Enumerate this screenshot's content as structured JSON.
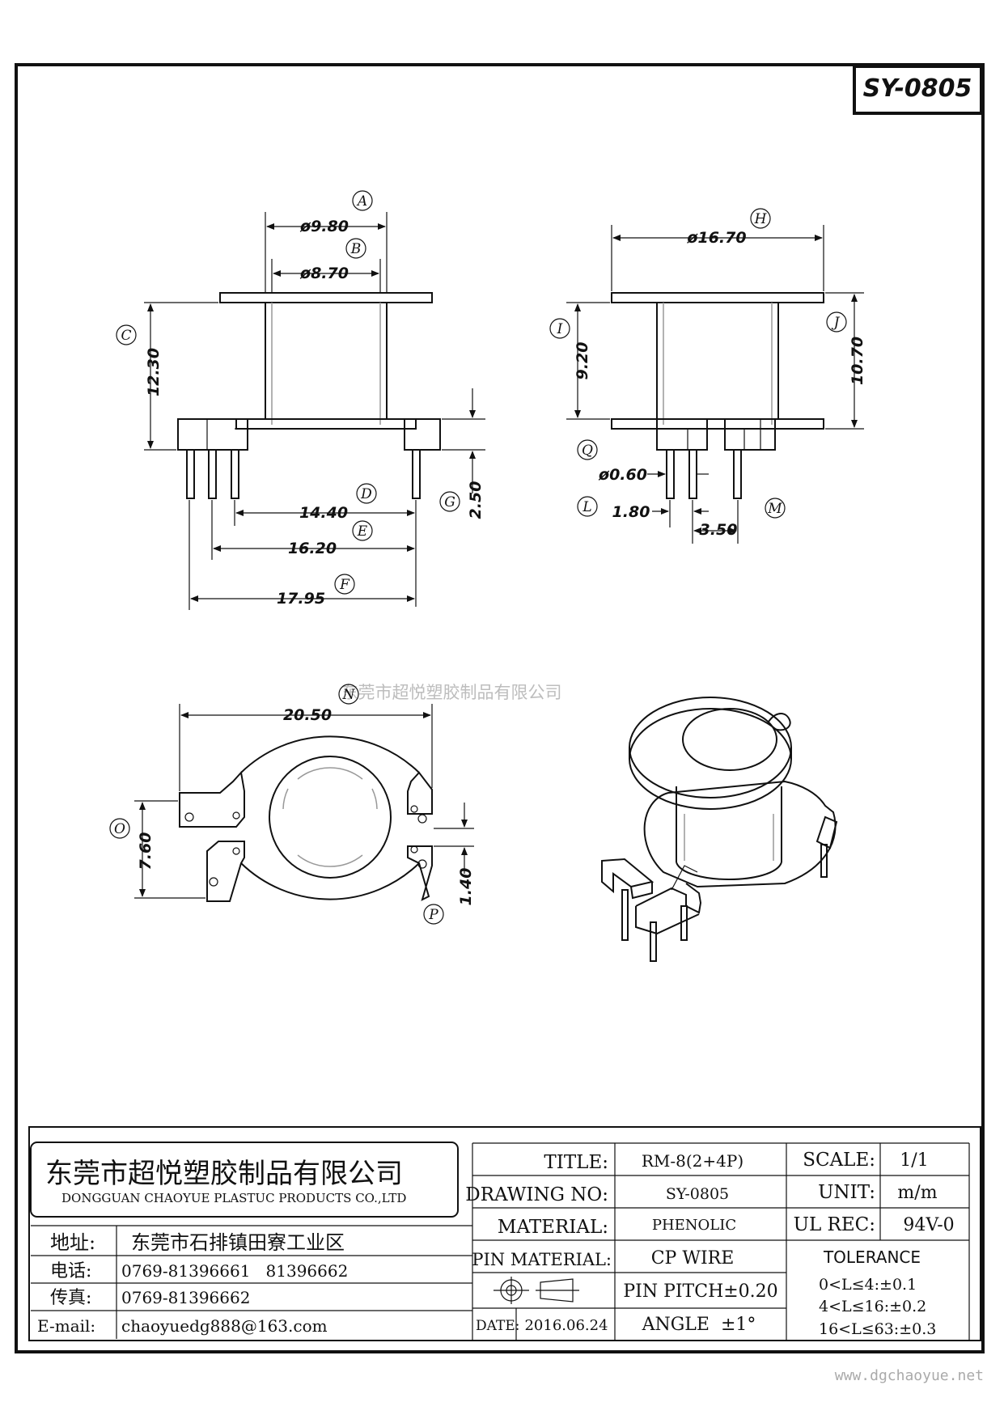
{
  "drawing_id": "SY-0805",
  "watermark": "东莞市超悦塑胶制品有限公司",
  "website": "www.dgchaoyue.net",
  "dimensions": {
    "A": "ø9.80",
    "B": "ø8.70",
    "C": "12.30",
    "D": "14.40",
    "E": "16.20",
    "F": "17.95",
    "G": "2.50",
    "H": "ø16.70",
    "I": "9.20",
    "J": "10.70",
    "L": "1.80",
    "M": "3.50",
    "N": "20.50",
    "O": "7.60",
    "P": "1.40",
    "Q": "ø0.60"
  },
  "company": {
    "name_cn": "东莞市超悦塑胶制品有限公司",
    "name_en": "DONGGUAN CHAOYUE PLASTUC PRODUCTS CO.,LTD",
    "address_label": "地址:",
    "address": "东莞市石排镇田寮工业区",
    "phone_label": "电话:",
    "phone": "0769-81396661   81396662",
    "fax_label": "传真:",
    "fax": "0769-81396662",
    "email_label": "E-mail:",
    "email": "chaoyuedg888@163.com"
  },
  "title_block": {
    "title_label": "TITLE:",
    "title": "RM-8(2+4P)",
    "drawing_no_label": "DRAWING NO:",
    "drawing_no": "SY-0805",
    "material_label": "MATERIAL:",
    "material": "PHENOLIC",
    "pin_material_label": "PIN MATERIAL:",
    "pin_material": "CP WIRE",
    "pin_pitch": "PIN PITCH±0.20",
    "date_label": "DATE:",
    "date": "2016.06.24",
    "angle": "ANGLE  ±1°",
    "scale_label": "SCALE:",
    "scale": "1/1",
    "unit_label": "UNIT:",
    "unit": "m/m",
    "ul_label": "UL REC:",
    "ul": "94V-0",
    "tolerance_label": "TOLERANCE",
    "tolerances": [
      "0<L≤4:±0.1",
      "4<L≤16:±0.2",
      "16<L≤63:±0.3"
    ]
  }
}
